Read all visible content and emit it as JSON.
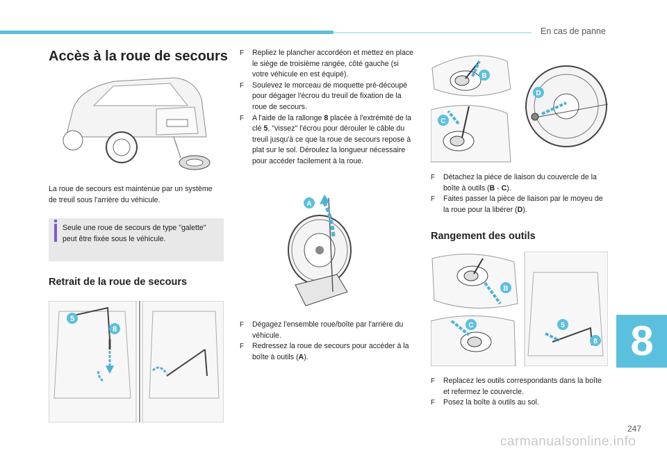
{
  "header": {
    "section": "En cas de panne"
  },
  "left": {
    "title": "Accès à la roue de secours",
    "intro": "La roue de secours est maintenue par un système de treuil sous l'arrière du véhicule.",
    "note": "Seule une roue de secours de type \"galette\" peut être fixée sous le véhicule.",
    "subtitle": "Retrait de la roue de secours",
    "fig_labels": {
      "n5": "5",
      "n8": "8"
    }
  },
  "middle": {
    "steps1": [
      "Repliez le plancher accordéon et mettez en place le siège de troisième rangée, côté gauche (si votre véhicule en est équipé).",
      "Soulevez le morceau de moquette pré-découpé pour dégager l'écrou du treuil de fixation de la roue de secours."
    ],
    "step3_a": "A l'aide de la rallonge ",
    "step3_b": "8",
    "step3_c": " placée à l'extrémité de la clé ",
    "step3_d": "5",
    "step3_e": ", \"vissez\" l'écrou pour dérouler le câble du treuil jusqu'à ce que la roue de secours repose à plat sur le sol. Déroulez la longueur nécessaire pour accéder facilement à la roue.",
    "fig_label_a": "A",
    "step4": " Dégagez l'ensemble roue/boîte par l'arrière du véhicule.",
    "step5_a": "Redressez la roue de secours pour accéder à la boîte à outils (",
    "step5_b": "A",
    "step5_c": ")."
  },
  "right": {
    "fig_labels": {
      "b": "B",
      "c": "C",
      "d": "D",
      "n5": "5",
      "n8": "8"
    },
    "step1_a": "Détachez la pièce de liaison du couvercle de la boîte à outils (",
    "step1_b": "B",
    "step1_c": " - ",
    "step1_d": "C",
    "step1_e": ").",
    "step2_a": "Faites passer la pièce de liaison par le moyeu de la roue pour la libérer (",
    "step2_b": "D",
    "step2_c": ").",
    "subtitle": "Rangement des outils",
    "step3": "Replacez les outils correspondants dans la boîte et refermez le couvercle.",
    "step4": "Posez la boîte à outils au sol."
  },
  "bullet_glyph": "F",
  "chapter": "8",
  "page_number": "247",
  "watermark": "carmanualsonline.info",
  "colors": {
    "accent": "#5bc0de",
    "arrow": "#4bb3d6",
    "note_bar": "#7a5bd0"
  }
}
